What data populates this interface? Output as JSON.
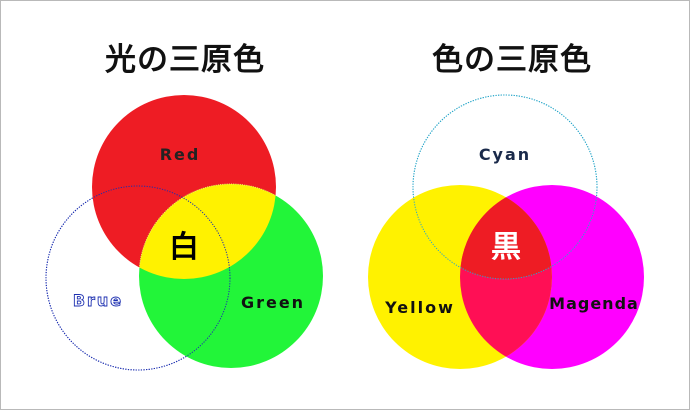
{
  "titles": {
    "light": "光の三原色",
    "color": "色の三原色"
  },
  "additive": {
    "red": "Red",
    "blue": "Brue",
    "green": "Green",
    "center": "白"
  },
  "subtractive": {
    "cyan": "Cyan",
    "yellow": "Yellow",
    "magenta": "Magenda",
    "center": "黒"
  },
  "colors": {
    "red": "#ee1c24",
    "green": "#22f539",
    "yellow": "#fff200",
    "magenta": "#ff00ff",
    "crimson": "#ee1c24",
    "pinkred": "#ff0f55",
    "blue_outline": "#1c2fb0",
    "cyan_outline": "#2aa7c9",
    "white": "#ffffff",
    "black": "#000000"
  }
}
